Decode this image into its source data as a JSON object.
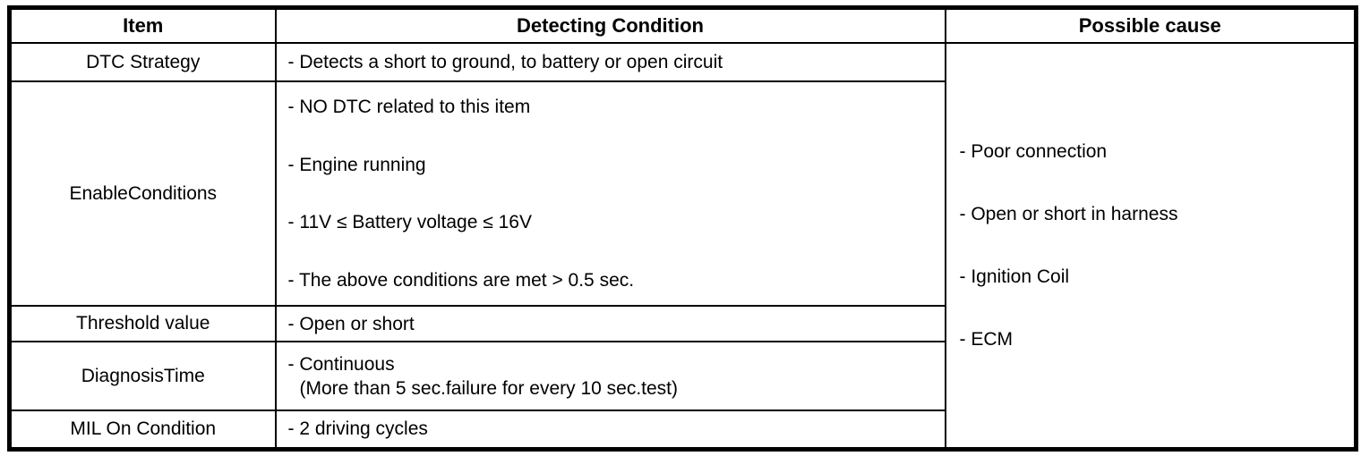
{
  "table": {
    "headers": {
      "item": "Item",
      "detecting_condition": "Detecting Condition",
      "possible_cause": "Possible cause"
    },
    "rows": [
      {
        "item": "DTC Strategy",
        "conditions": [
          "- Detects a short to ground, to battery or open circuit"
        ]
      },
      {
        "item": "EnableConditions",
        "conditions": [
          "- NO DTC related to this item",
          "- Engine running",
          "- 11V ≤ Battery voltage ≤ 16V",
          "- The above conditions are met > 0.5 sec."
        ]
      },
      {
        "item": "Threshold value",
        "conditions": [
          "- Open or short"
        ]
      },
      {
        "item": "DiagnosisTime",
        "conditions": [
          "- Continuous"
        ],
        "note": "(More than 5 sec.failure for every 10 sec.test)"
      },
      {
        "item": "MIL On Condition",
        "conditions": [
          "- 2 driving cycles"
        ]
      }
    ],
    "possible_causes": [
      "- Poor connection",
      "- Open or short in harness",
      "- Ignition Coil",
      "- ECM"
    ]
  },
  "colors": {
    "border": "#000000",
    "text": "#000000",
    "background": "#ffffff"
  }
}
